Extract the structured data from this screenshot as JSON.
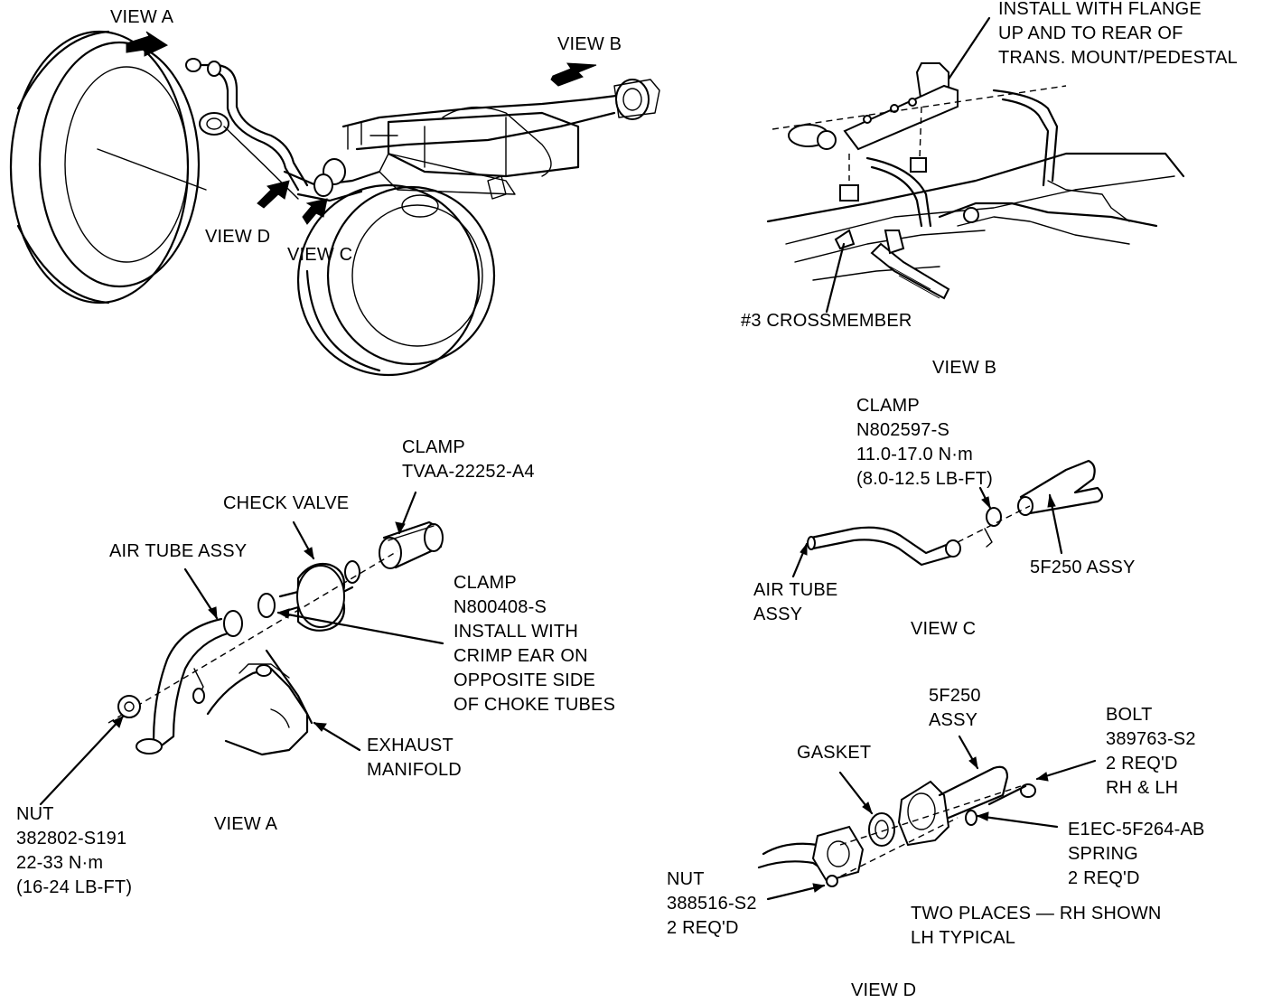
{
  "overview": {
    "view_a": "VIEW A",
    "view_b": "VIEW B",
    "view_c": "VIEW C",
    "view_d": "VIEW D"
  },
  "view_b": {
    "install_note": [
      "INSTALL WITH FLANGE",
      "UP AND TO REAR OF",
      "TRANS. MOUNT/PEDESTAL"
    ],
    "crossmember": "#3 CROSSMEMBER",
    "caption": "VIEW B"
  },
  "view_a": {
    "clamp_top": [
      "CLAMP",
      "TVAA-22252-A4"
    ],
    "check_valve": "CHECK VALVE",
    "air_tube": "AIR TUBE ASSY",
    "clamp_mid": [
      "CLAMP",
      "N800408-S",
      "INSTALL WITH",
      "CRIMP EAR ON",
      "OPPOSITE SIDE",
      "OF CHOKE TUBES"
    ],
    "exhaust_manifold": [
      "EXHAUST",
      "MANIFOLD"
    ],
    "nut": [
      "NUT",
      "382802-S191",
      "22-33 N·m",
      "(16-24 LB-FT)"
    ],
    "caption": "VIEW A"
  },
  "view_c": {
    "clamp": [
      "CLAMP",
      "N802597-S",
      "11.0-17.0 N·m",
      "(8.0-12.5 LB-FT)"
    ],
    "air_tube": [
      "AIR TUBE",
      "ASSY"
    ],
    "assy": "5F250 ASSY",
    "caption": "VIEW C"
  },
  "view_d": {
    "assy": [
      "5F250",
      "ASSY"
    ],
    "gasket": "GASKET",
    "bolt": [
      "BOLT",
      "389763-S2",
      "2 REQ'D",
      "RH & LH"
    ],
    "spring": [
      "E1EC-5F264-AB",
      "SPRING",
      "2 REQ'D"
    ],
    "nut": [
      "NUT",
      "388516-S2",
      "2 REQ'D"
    ],
    "note": [
      "TWO PLACES — RH SHOWN",
      "LH TYPICAL"
    ],
    "caption": "VIEW D"
  }
}
